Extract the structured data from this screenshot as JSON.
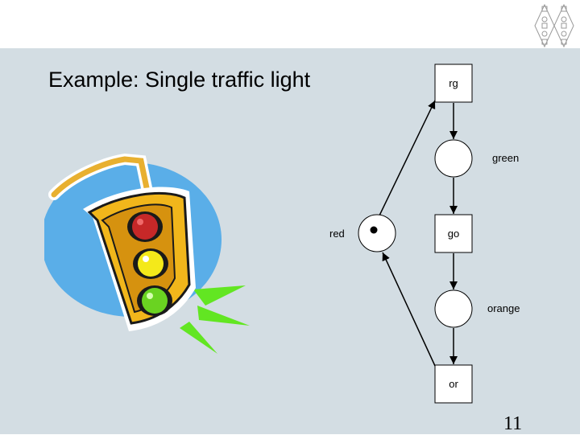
{
  "slide": {
    "title": "Example: Single traffic light",
    "page_number": "11"
  },
  "diagram": {
    "transitions": [
      {
        "id": "rg",
        "label": "rg"
      },
      {
        "id": "go",
        "label": "go"
      },
      {
        "id": "or",
        "label": "or"
      }
    ],
    "places": [
      {
        "id": "green",
        "label": "green",
        "tokens": 0
      },
      {
        "id": "orange",
        "label": "orange",
        "tokens": 0
      },
      {
        "id": "red",
        "label": "red",
        "tokens": 1
      }
    ],
    "arcs": [
      {
        "from": "rg",
        "to": "green"
      },
      {
        "from": "green",
        "to": "go"
      },
      {
        "from": "go",
        "to": "orange"
      },
      {
        "from": "orange",
        "to": "or"
      },
      {
        "from": "or",
        "to": "red"
      },
      {
        "from": "red",
        "to": "rg"
      }
    ]
  },
  "clipart": {
    "name": "traffic-light",
    "colors": [
      "#c62828",
      "#f4e91a",
      "#6ad321"
    ]
  },
  "colors": {
    "background": "#d3dde3",
    "header": "#ffffff",
    "place_fill": "#ffffff",
    "transition_fill": "#ffffff"
  }
}
